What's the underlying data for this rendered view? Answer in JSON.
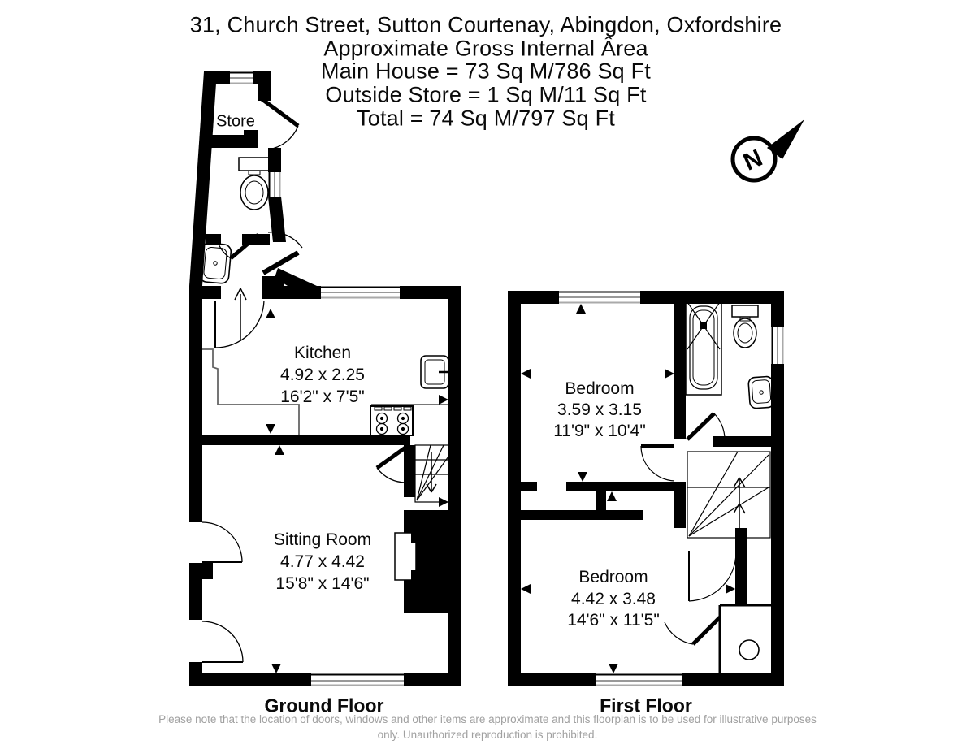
{
  "title": {
    "line1": "31, Church Street, Sutton Courtenay, Abingdon, Oxfordshire",
    "line2": "Approximate Gross Internal Ârea",
    "line3": "Main House = 73 Sq M/786 Sq Ft",
    "line4": "Outside Store = 1 Sq M/11 Sq Ft",
    "line5": "Total = 74 Sq M/797 Sq Ft"
  },
  "compass": {
    "label": "N"
  },
  "ground_floor": {
    "label": "Ground Floor",
    "rooms": [
      {
        "name": "Store"
      },
      {
        "name": "Kitchen",
        "dims_m": "4.92 x 2.25",
        "dims_ft": "16'2\" x 7'5\""
      },
      {
        "name": "Sitting Room",
        "dims_m": "4.77 x 4.42",
        "dims_ft": "15'8\" x 14'6\""
      }
    ]
  },
  "first_floor": {
    "label": "First Floor",
    "rooms": [
      {
        "name": "Bedroom",
        "dims_m": "3.59 x 3.15",
        "dims_ft": "11'9\" x 10'4\""
      },
      {
        "name": "Bedroom",
        "dims_m": "4.42 x 3.48",
        "dims_ft": "14'6\" x 11'5\""
      }
    ]
  },
  "disclaimer": "Please note that the location of doors, windows and other items are approximate and this floorplan is to be used for illustrative purposes only. Unauthorized reproduction is prohibited.",
  "colors": {
    "wall": "#000000",
    "disclaimer_text": "#a0a0a0",
    "counter_line": "#666666",
    "window_pane": "#999999"
  }
}
